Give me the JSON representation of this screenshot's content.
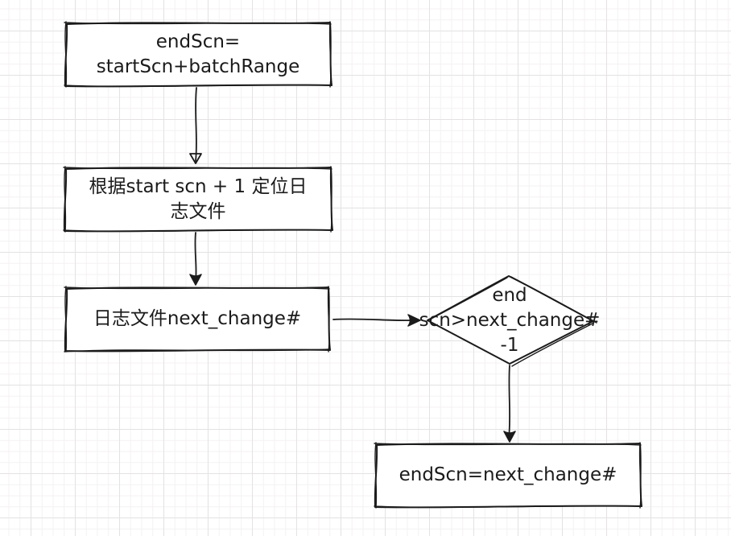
{
  "canvas": {
    "background_color": "#ffffff",
    "grid_major_color": "#e4e2e2",
    "grid_minor_color": "#f4f1f1",
    "stroke_color": "#1b1b1b",
    "style": "hand-drawn flowchart"
  },
  "diagram": {
    "nodes": [
      {
        "id": "set-endscn",
        "shape": "rectangle",
        "lines": [
          "endScn=",
          "startScn+batchRange"
        ]
      },
      {
        "id": "locate-logfile",
        "shape": "rectangle",
        "lines": [
          "根据start scn + 1 定位日",
          "志文件"
        ]
      },
      {
        "id": "logfile-next-change",
        "shape": "rectangle",
        "lines": [
          "日志文件next_change#"
        ]
      },
      {
        "id": "decision-endscn-gt-next-change",
        "shape": "diamond",
        "lines": [
          "end",
          "scn>next_change#",
          "-1"
        ]
      },
      {
        "id": "assign-endscn",
        "shape": "rectangle",
        "lines": [
          "endScn=next_change#"
        ]
      }
    ],
    "edges": [
      {
        "from": "set-endscn",
        "to": "locate-logfile",
        "direction": "down",
        "arrowhead": "open"
      },
      {
        "from": "locate-logfile",
        "to": "logfile-next-change",
        "direction": "down",
        "arrowhead": "filled"
      },
      {
        "from": "logfile-next-change",
        "to": "decision-endscn-gt-next-change",
        "direction": "right",
        "arrowhead": "filled"
      },
      {
        "from": "decision-endscn-gt-next-change",
        "to": "assign-endscn",
        "direction": "down",
        "arrowhead": "filled"
      }
    ]
  }
}
